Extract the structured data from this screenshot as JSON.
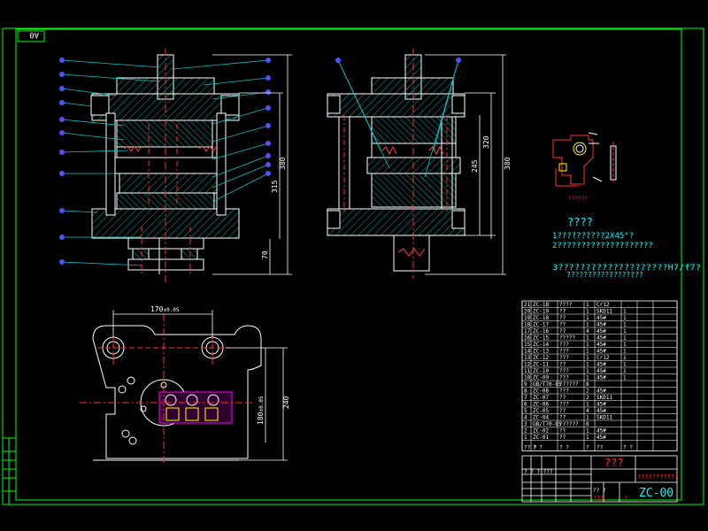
{
  "sheet": {
    "a0_label": "A0",
    "drawing_number": "ZC-00",
    "title_block_name": "???",
    "title_block_company": "???????????",
    "title_block_bottom_left": "???",
    "title_block_bottom_mid": "?",
    "title_block_header_row": "? ? ? ???",
    "signature_label": "?? ?",
    "footer_row_label": "? ?",
    "colors": {
      "frame": "#00ff00",
      "outline": "#ffffff",
      "hatch": "#00c8c8",
      "center": "#ff3030",
      "leader": "#00c8c8",
      "balloon": "#5050ff",
      "text_cyan": "#00ffff",
      "magenta": "#ff00ff",
      "yellow": "#ffff00"
    }
  },
  "dimensions": {
    "front_380": "380",
    "front_315": "315",
    "front_70": "70",
    "side_380": "380",
    "side_320": "320",
    "side_245": "245",
    "plan_170": "170",
    "plan_170_suffix": "±0.05",
    "plan_240": "240",
    "plan_180": "180",
    "plan_180_suffix": "±0.05"
  },
  "part_view": {
    "label": "??????"
  },
  "notes": {
    "title": "????",
    "line1": "1??????????2X45°?",
    "line2": "2????????????????????",
    "line3": "3????????????????????H7/f7?",
    "line4": "??????????????????"
  },
  "bom": {
    "rows": [
      [
        "21",
        "ZC-18",
        "????",
        "1",
        "Cr12",
        "",
        ""
      ],
      [
        "20",
        "ZC-19",
        "??",
        "1",
        "SKD11",
        "1",
        ""
      ],
      [
        "19",
        "ZC-18",
        "??",
        "1",
        "45#",
        "1",
        ""
      ],
      [
        "18",
        "ZC-17",
        "??",
        "1",
        "45#",
        "1",
        ""
      ],
      [
        "17",
        "ZC-16",
        "??",
        "4",
        "45#",
        "1",
        ""
      ],
      [
        "16",
        "ZC-15",
        "?????",
        "1",
        "45#",
        "1",
        ""
      ],
      [
        "15",
        "ZC-14",
        "???",
        "1",
        "45#",
        "1",
        ""
      ],
      [
        "14",
        "ZC-13",
        "???",
        "1",
        "45#",
        "1",
        ""
      ],
      [
        "13",
        "ZC-12",
        "???",
        "1",
        "Cr12",
        "1",
        ""
      ],
      [
        "12",
        "ZC-11",
        "??",
        "1",
        "45#",
        "1",
        ""
      ],
      [
        "11",
        "ZC-10",
        "???",
        "1",
        "45#",
        "1",
        ""
      ],
      [
        "10",
        "ZC-09",
        "???",
        "1",
        "45#",
        "1",
        ""
      ],
      [
        "9",
        "GB/T70-85",
        "??????",
        "8",
        "",
        "",
        ""
      ],
      [
        "8",
        "ZC-08",
        "???",
        "2",
        "45#",
        "",
        ""
      ],
      [
        "7",
        "ZC-07",
        "??",
        "2",
        "SKD11",
        "",
        ""
      ],
      [
        "6",
        "ZC-06",
        "???",
        "1",
        "45#",
        "",
        ""
      ],
      [
        "5",
        "ZC-05",
        "??",
        "4",
        "45#",
        "",
        ""
      ],
      [
        "4",
        "ZC-04",
        "??",
        "1",
        "SKD11",
        "",
        ""
      ],
      [
        "3",
        "GB/T70-85",
        "??????",
        "8",
        "",
        "",
        ""
      ],
      [
        "2",
        "ZC-02",
        "??",
        "1",
        "45#",
        "",
        ""
      ],
      [
        "1",
        "ZC-01",
        "??",
        "1",
        "45#",
        "",
        ""
      ]
    ],
    "footer": [
      "?? ?",
      "? ?",
      "? ?",
      "?",
      "??",
      "? ?"
    ]
  }
}
